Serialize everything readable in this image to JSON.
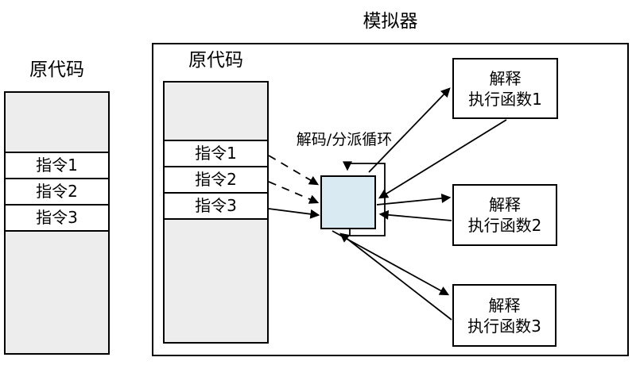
{
  "diagram": {
    "title": "模拟器",
    "outer_source": {
      "title": "原代码",
      "instructions": [
        "指令1",
        "指令2",
        "指令3"
      ]
    },
    "inner_source": {
      "title": "原代码",
      "instructions": [
        "指令1",
        "指令2",
        "指令3"
      ]
    },
    "dispatch_loop_label": "解码/分派循环",
    "interpreter_functions": [
      {
        "label_line1": "解释",
        "label_line2": "执行函数1"
      },
      {
        "label_line1": "解释",
        "label_line2": "执行函数2"
      },
      {
        "label_line1": "解释",
        "label_line2": "执行函数3"
      }
    ],
    "colors": {
      "dispatch_box_fill": "#daeaf2",
      "memory_fill": "#ededed",
      "line": "#000000",
      "background": "#ffffff"
    }
  }
}
